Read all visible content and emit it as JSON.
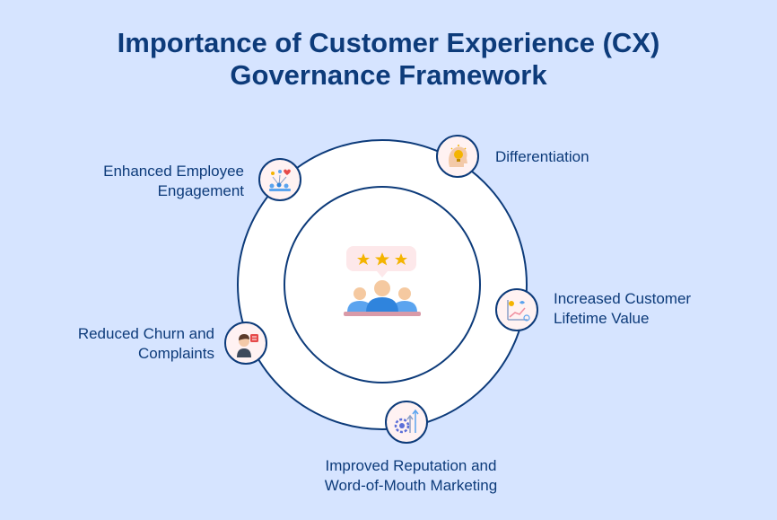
{
  "title": {
    "line1": "Importance of Customer Experience (CX)",
    "line2": "Governance Framework"
  },
  "benefits": [
    {
      "lines": [
        "Differentiation"
      ],
      "icon": "lightbulb-head-icon"
    },
    {
      "lines": [
        "Increased Customer",
        "Lifetime Value"
      ],
      "icon": "growth-chart-icon"
    },
    {
      "lines": [
        "Improved Reputation and",
        "Word-of-Mouth Marketing"
      ],
      "icon": "reputation-gear-arrows-icon"
    },
    {
      "lines": [
        "Reduced Churn and",
        "Complaints"
      ],
      "icon": "support-agent-icon"
    },
    {
      "lines": [
        "Enhanced Employee",
        "Engagement"
      ],
      "icon": "team-engagement-icon"
    }
  ],
  "center": {
    "icon": "customers-rating-icon",
    "stars": 3
  },
  "colors": {
    "background": "#d6e4ff",
    "title": "#0d3b7a",
    "ring": "#0d3b7a",
    "node_fill": "#fff2f2",
    "star": "#f4b400",
    "people": "#3a8ee6"
  }
}
